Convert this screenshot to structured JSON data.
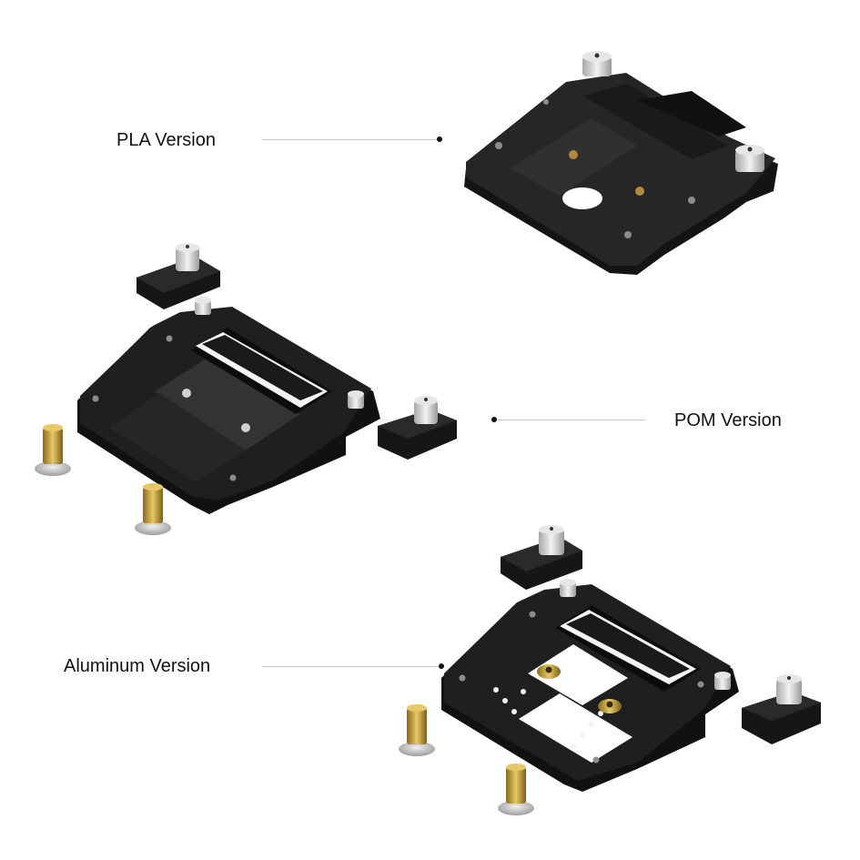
{
  "labels": {
    "pla": "PLA Version",
    "pom": "POM Version",
    "aluminum": "Aluminum Version"
  },
  "colors": {
    "plate": "#1b1b1b",
    "plate_top": "#2a2a2a",
    "knob": "#d9d9d9",
    "brass": "#c9a035",
    "leader": "#c9c9c9"
  }
}
